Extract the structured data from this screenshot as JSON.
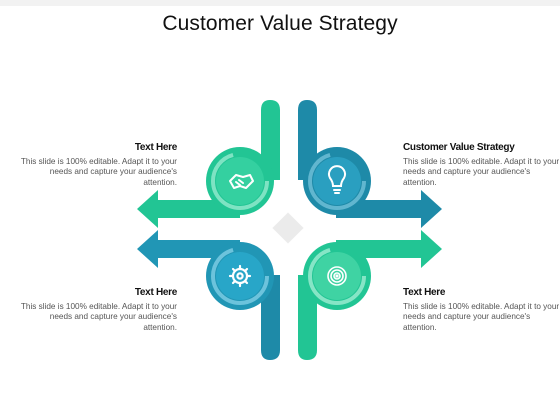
{
  "title": "Customer Value Strategy",
  "colors": {
    "green": "#22c594",
    "teal": "#2fc1a5",
    "blue": "#2196b5",
    "dark_blue": "#1e8aa8",
    "light_green": "#3fd3a3",
    "center": "#ebebeb"
  },
  "items": [
    {
      "heading": "Text Here",
      "body": "This slide is 100% editable. Adapt it to your needs and capture your audience's attention.",
      "icon": "handshake-icon"
    },
    {
      "heading": "Customer Value Strategy",
      "body": "This slide is 100% editable. Adapt it to your needs and capture your audience's attention.",
      "icon": "lightbulb-icon"
    },
    {
      "heading": "Text Here",
      "body": "This slide is 100% editable. Adapt it to your needs and capture your audience's attention.",
      "icon": "gear-icon"
    },
    {
      "heading": "Text Here",
      "body": "This slide is 100% editable. Adapt it to your needs and capture your audience's attention.",
      "icon": "target-icon"
    }
  ]
}
